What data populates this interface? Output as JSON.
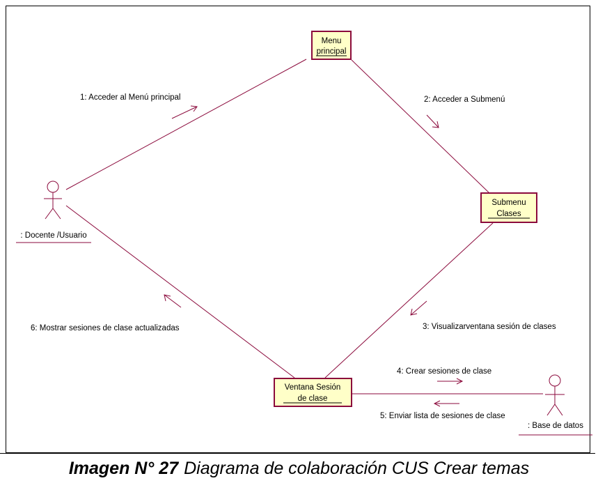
{
  "objects": {
    "menu": {
      "line1": "Menu",
      "line2": "principal"
    },
    "submenu": {
      "line1": "Submenu",
      "line2": "Clases"
    },
    "ventana": {
      "line1": "Ventana Sesión",
      "line2": "de clase"
    }
  },
  "actors": {
    "docente": ": Docente /Usuario",
    "base": ": Base de datos"
  },
  "messages": {
    "m1": "1: Acceder al Menú principal",
    "m2": "2: Acceder a Submenú",
    "m3": "3: Visualizarventana sesión de clases",
    "m4": "4: Crear sesiones de clase",
    "m5": "5: Enviar lista de sesiones de clase",
    "m6": "6: Mostrar sesiones de clase actualizadas"
  },
  "caption": {
    "bold": "Imagen N° 27",
    "text": "Diagrama de colaboración CUS Crear temas"
  },
  "colors": {
    "link": "#8b0a3c",
    "box_fill": "#ffffc8",
    "box_border": "#8b0a3c"
  }
}
